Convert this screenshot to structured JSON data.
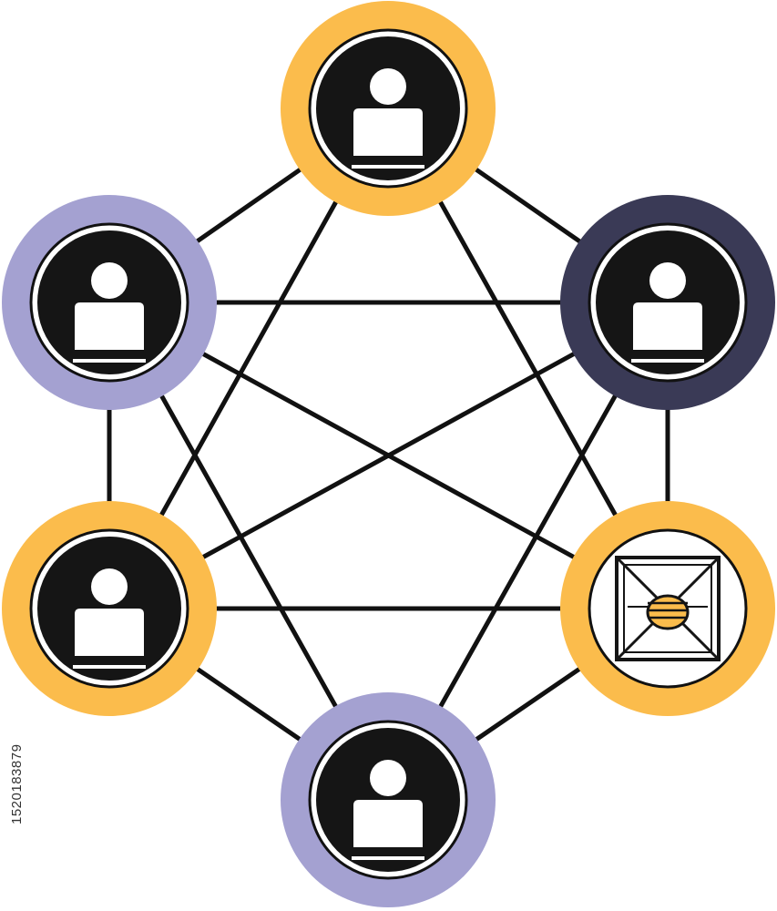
{
  "watermark": {
    "id_text": "1520183879"
  },
  "colors": {
    "background": "#ffffff",
    "edge": "#111111",
    "node_inner": "#151515",
    "person": "#ffffff",
    "yellow": "#fbbc4c",
    "lavender": "#a4a1d1",
    "navy": "#3a3a56",
    "box_fill": "#ffffff"
  },
  "nodes": [
    {
      "id": "top",
      "ring_color": "yellow",
      "icon": "person-icon"
    },
    {
      "id": "upper-left",
      "ring_color": "lavender",
      "icon": "person-icon"
    },
    {
      "id": "upper-right",
      "ring_color": "navy",
      "icon": "person-icon"
    },
    {
      "id": "lower-left",
      "ring_color": "yellow",
      "icon": "person-icon"
    },
    {
      "id": "lower-right",
      "ring_color": "yellow",
      "icon": "package-box-icon"
    },
    {
      "id": "bottom",
      "ring_color": "lavender",
      "icon": "person-icon"
    }
  ],
  "edges": [
    [
      "top",
      "upper-left"
    ],
    [
      "top",
      "upper-right"
    ],
    [
      "top",
      "lower-left"
    ],
    [
      "top",
      "lower-right"
    ],
    [
      "upper-left",
      "upper-right"
    ],
    [
      "upper-left",
      "lower-left"
    ],
    [
      "upper-left",
      "lower-right"
    ],
    [
      "upper-left",
      "bottom"
    ],
    [
      "upper-right",
      "lower-left"
    ],
    [
      "upper-right",
      "lower-right"
    ],
    [
      "upper-right",
      "bottom"
    ],
    [
      "lower-left",
      "lower-right"
    ],
    [
      "lower-left",
      "bottom"
    ],
    [
      "lower-right",
      "bottom"
    ]
  ]
}
